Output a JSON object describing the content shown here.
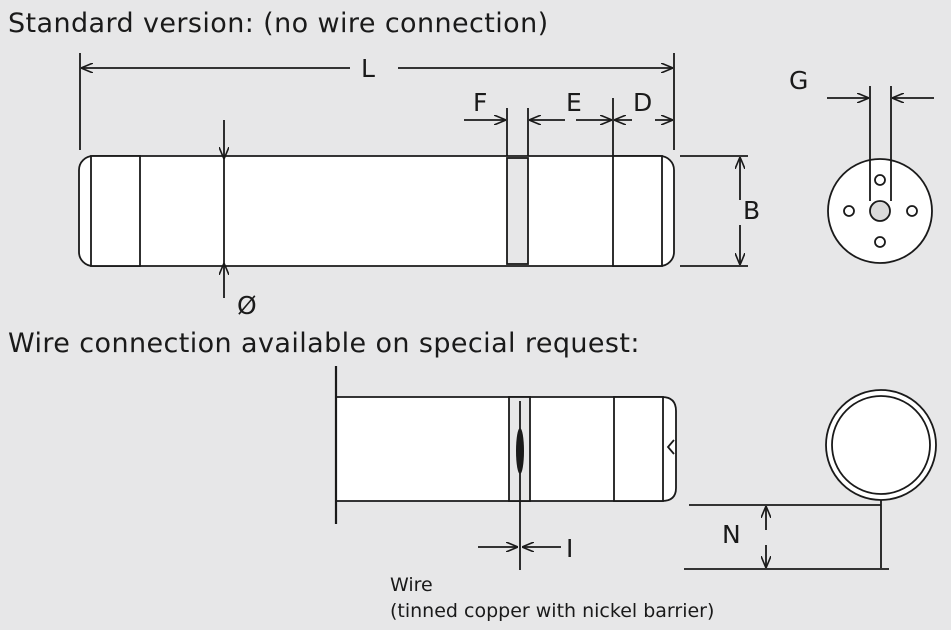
{
  "headings": {
    "standard": "Standard version: (no wire connection)",
    "wire": "Wire connection available on special request:"
  },
  "dimensions": {
    "L": "L",
    "F": "F",
    "E": "E",
    "D": "D",
    "G": "G",
    "B": "B",
    "diameter": "Ø",
    "I": "I",
    "N": "N"
  },
  "wire_caption": {
    "line1": "Wire",
    "line2": "(tinned copper with nickel barrier)"
  },
  "colors": {
    "line": "#1a1a1a",
    "body_fill": "#ffffff",
    "background": "#e7e7e8"
  }
}
